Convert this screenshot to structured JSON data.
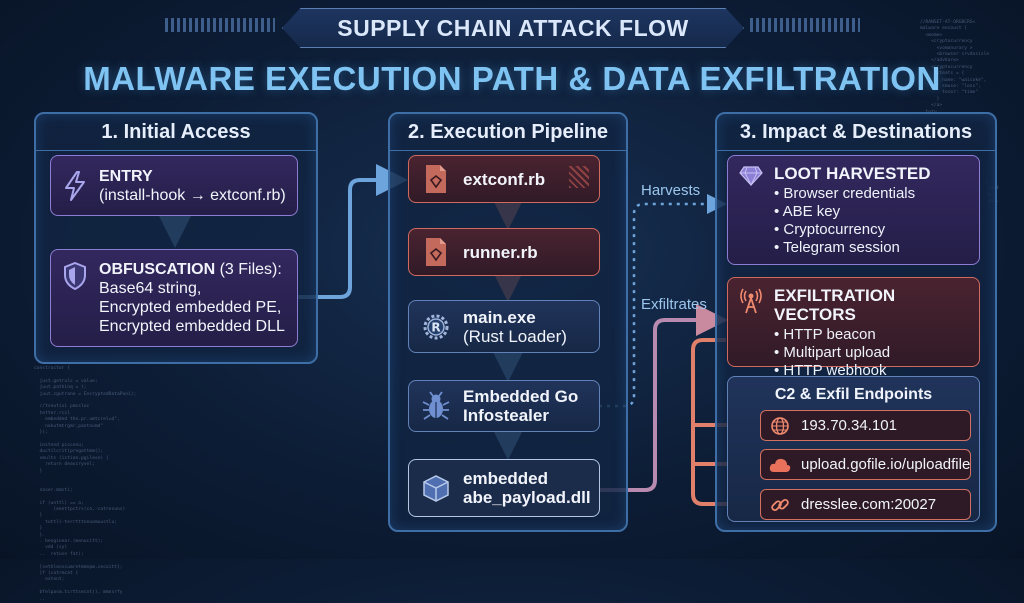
{
  "banner": {
    "title": "SUPPLY CHAIN ATTACK FLOW"
  },
  "headline": "MALWARE EXECUTION PATH & DATA EXFILTRATION",
  "panels": {
    "initial_access": {
      "title": "1. Initial Access",
      "entry": {
        "label": "ENTRY",
        "detail": "(install-hook → extconf.rb)"
      },
      "obfuscation": {
        "label": "OBFUSCATION",
        "count": "(3 Files):",
        "files": [
          "Base64 string,",
          "Encrypted embedded PE,",
          "Encrypted embedded DLL"
        ]
      }
    },
    "execution": {
      "title": "2. Execution Pipeline",
      "steps": [
        {
          "line1": "extconf.rb",
          "line2": ""
        },
        {
          "line1": "runner.rb",
          "line2": ""
        },
        {
          "line1": "main.exe",
          "line2": "(Rust Loader)"
        },
        {
          "line1": "Embedded Go",
          "line2": "Infostealer"
        },
        {
          "line1": "embedded",
          "line2": "abe_payload.dll"
        }
      ]
    },
    "impact": {
      "title": "3. Impact & Destinations",
      "loot": {
        "title": "LOOT HARVESTED",
        "items": [
          "Browser credentials",
          "ABE key",
          "Cryptocurrency",
          "Telegram session"
        ]
      },
      "exfil": {
        "title": "EXFILTRATION VECTORS",
        "items": [
          "HTTP beacon",
          "Multipart upload",
          "HTTP webhook"
        ]
      },
      "endpoints": {
        "title": "C2 & Exfil Endpoints",
        "items": [
          "193.70.34.101",
          "upload.gofile.io/uploadfile",
          "dresslee.com:20027"
        ]
      }
    }
  },
  "flow_labels": {
    "harvests": "Harvests",
    "exfiltrates": "Exfiltrates"
  },
  "colors": {
    "accent": "#7fc3f2",
    "purple": "#8d7cd2",
    "red": "#d06a5e",
    "flow_blue": "#6ea4dc"
  }
}
